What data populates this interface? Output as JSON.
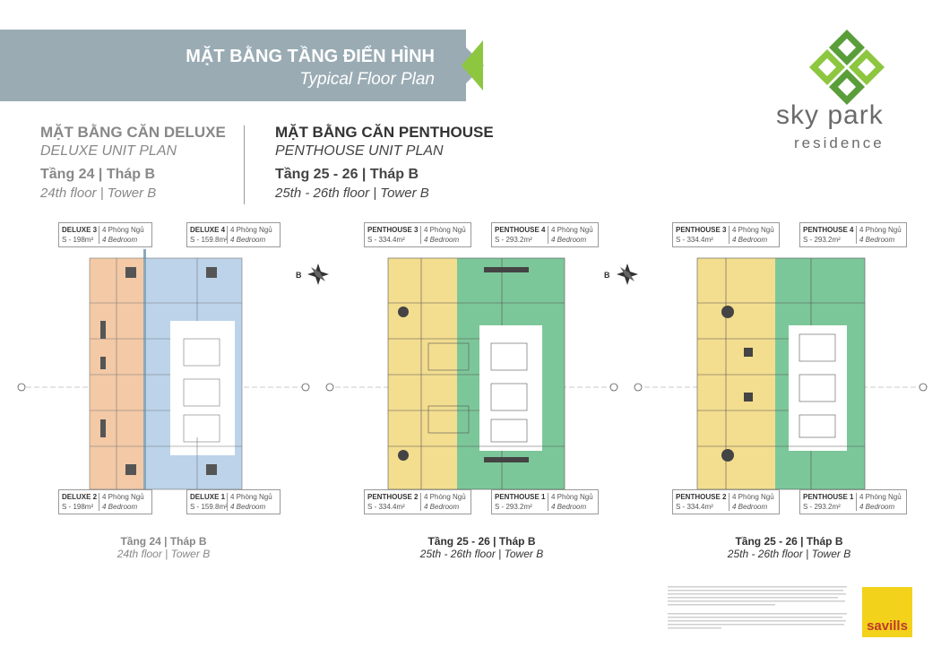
{
  "header": {
    "title": "MẶT BẰNG TẦNG ĐIỂN HÌNH",
    "subtitle": "Typical Floor Plan"
  },
  "brand": {
    "name": "sky park",
    "sub": "residence",
    "accent": "#8dc63f",
    "banner_color": "#9aabb3"
  },
  "deluxe_block": {
    "title_vi": "MẶT BẰNG CĂN DELUXE",
    "title_en": "DELUXE UNIT PLAN",
    "floor_vi": "Tầng 24 | Tháp B",
    "floor_en": "24th floor | Tower B"
  },
  "penthouse_block": {
    "title_vi": "MẶT BẰNG CĂN PENTHOUSE",
    "title_en": "PENTHOUSE UNIT PLAN",
    "floor_vi": "Tầng 25 - 26 | Tháp B",
    "floor_en": "25th - 26th floor | Tower B"
  },
  "plans": [
    {
      "caption_vi": "Tầng 24 | Tháp B",
      "caption_en": "24th floor | Tower B",
      "units": [
        {
          "name": "DELUXE 3",
          "area": "S - 198m²",
          "rooms_vi": "4 Phòng Ngủ",
          "rooms_en": "4 Bedroom"
        },
        {
          "name": "DELUXE 4",
          "area": "S - 159.8m²",
          "rooms_vi": "4 Phòng Ngủ",
          "rooms_en": "4 Bedroom"
        },
        {
          "name": "DELUXE 2",
          "area": "S - 198m²",
          "rooms_vi": "4 Phòng Ngủ",
          "rooms_en": "4 Bedroom"
        },
        {
          "name": "DELUXE 1",
          "area": "S - 159.8m²",
          "rooms_vi": "4 Phòng Ngủ",
          "rooms_en": "4 Bedroom"
        }
      ]
    },
    {
      "caption_vi": "Tầng 25 - 26 | Tháp B",
      "caption_en": "25th - 26th floor | Tower B",
      "units": [
        {
          "name": "PENTHOUSE 3",
          "area": "S - 334.4m²",
          "rooms_vi": "4 Phòng Ngủ",
          "rooms_en": "4 Bedroom"
        },
        {
          "name": "PENTHOUSE 4",
          "area": "S - 293.2m²",
          "rooms_vi": "4 Phòng Ngủ",
          "rooms_en": "4 Bedroom"
        },
        {
          "name": "PENTHOUSE 2",
          "area": "S - 334.4m²",
          "rooms_vi": "4 Phòng Ngủ",
          "rooms_en": "4 Bedroom"
        },
        {
          "name": "PENTHOUSE 1",
          "area": "S - 293.2m²",
          "rooms_vi": "4 Phòng Ngủ",
          "rooms_en": "4 Bedroom"
        }
      ]
    },
    {
      "caption_vi": "Tầng 25 - 26 | Tháp B",
      "caption_en": "25th - 26th floor | Tower B",
      "units": [
        {
          "name": "PENTHOUSE 3",
          "area": "S - 334.4m²",
          "rooms_vi": "4 Phòng Ngủ",
          "rooms_en": "4 Bedroom"
        },
        {
          "name": "PENTHOUSE 4",
          "area": "S - 293.2m²",
          "rooms_vi": "4 Phòng Ngủ",
          "rooms_en": "4 Bedroom"
        },
        {
          "name": "PENTHOUSE 2",
          "area": "S - 334.4m²",
          "rooms_vi": "4 Phòng Ngủ",
          "rooms_en": "4 Bedroom"
        },
        {
          "name": "PENTHOUSE 1",
          "area": "S - 293.2m²",
          "rooms_vi": "4 Phòng Ngủ",
          "rooms_en": "4 Bedroom"
        }
      ]
    }
  ],
  "compass_label": "B",
  "colors": {
    "deluxe_left": "#f3c9a6",
    "deluxe_right": "#bcd3ea",
    "penthouse_left": "#f3dd8f",
    "penthouse_right": "#7cc79a"
  },
  "footer": {
    "savills": "savills"
  }
}
